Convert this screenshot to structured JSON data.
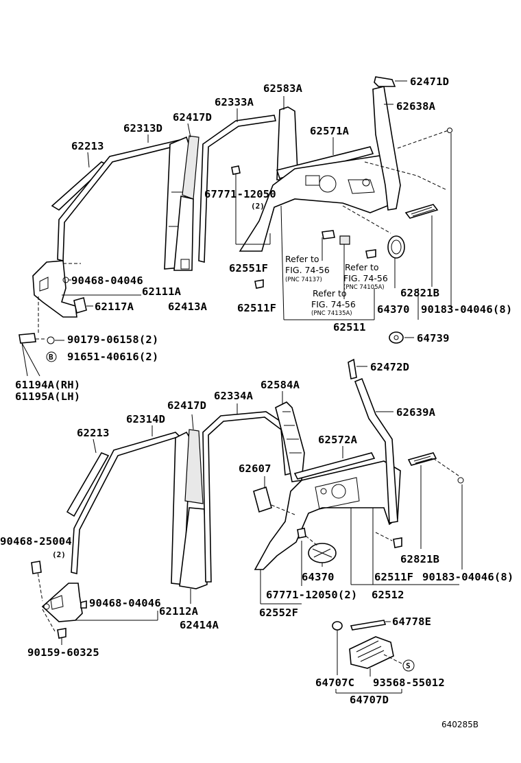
{
  "top_labels": {
    "l62471D": "62471D",
    "l62583A": "62583A",
    "l62638A": "62638A",
    "l62333A": "62333A",
    "l62417D": "62417D",
    "l62313D": "62313D",
    "l62571A": "62571A",
    "l62213": "62213",
    "l67771": "67771-12050",
    "l67771q": "(2)",
    "l62551F": "62551F",
    "l90468_04046": "90468-04046",
    "l62111A": "62111A",
    "l62117A": "62117A",
    "l62413A": "62413A",
    "l62511F": "62511F",
    "l62821B": "62821B",
    "l64370": "64370",
    "l90183": "90183-04046(8)",
    "l62511": "62511",
    "l64739": "64739",
    "l90179": "90179-06158(2)",
    "l91651": "91651-40616(2)",
    "l61194A": "61194A(RH)",
    "l61195A": "61195A(LH)",
    "circle_b": "B"
  },
  "refs": {
    "r1_line1": "Refer to",
    "r1_line2": "FIG. 74-56",
    "r1_pnc": "(PNC 74137)",
    "r2_line1": "Refer to",
    "r2_line2": "FIG. 74-56",
    "r2_pnc": "(PNC 74105A)",
    "r3_line1": "Refer to",
    "r3_line2": "FIG. 74-56",
    "r3_pnc": "(PNC 74135A)"
  },
  "bottom_labels": {
    "l62472D": "62472D",
    "l62584A": "62584A",
    "l62639A": "62639A",
    "l62417D": "62417D",
    "l62334A": "62334A",
    "l62314D": "62314D",
    "l62213": "62213",
    "l62572A": "62572A",
    "l62607": "62607",
    "l90468_25004": "90468-25004",
    "l90468_25004q": "(2)",
    "l62821B": "62821B",
    "l64370": "64370",
    "l62511F": "62511F",
    "l90183": "90183-04046(8)",
    "l67771": "67771-12050(2)",
    "l62512": "62512",
    "l90468_04046": "90468-04046",
    "l62112A": "62112A",
    "l62552F": "62552F",
    "l62414A": "62414A",
    "l64778E": "64778E",
    "l90159": "90159-60325",
    "l64707C": "64707C",
    "l93568": "93568-55012",
    "l64707D": "64707D",
    "circle_s": "S"
  },
  "diagram_code": "640285B"
}
